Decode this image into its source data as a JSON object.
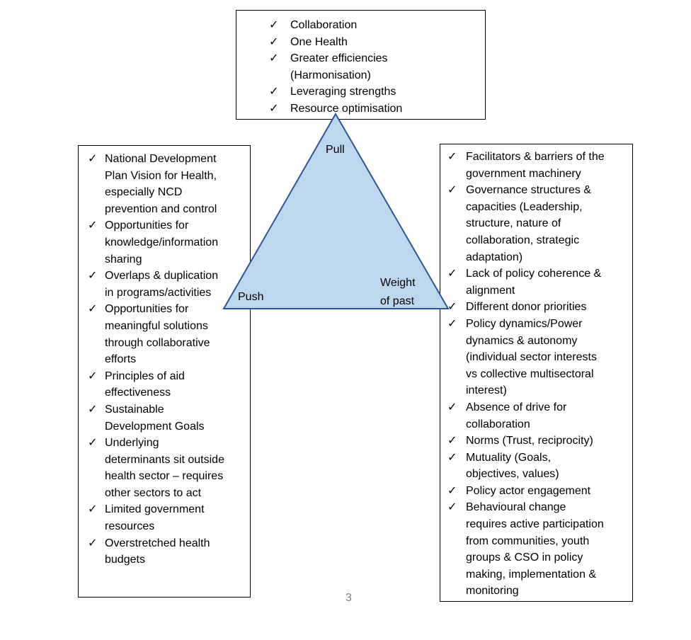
{
  "colors": {
    "triangle_fill": "#bdd7ee",
    "triangle_stroke": "#2f5597"
  },
  "check_icon": "✓",
  "top_box": {
    "items": [
      [
        "Collaboration"
      ],
      [
        "One Health"
      ],
      [
        "Greater efficiencies",
        "(Harmonisation)"
      ],
      [
        "Leveraging strengths"
      ],
      [
        "Resource optimisation"
      ]
    ]
  },
  "triangle": {
    "pull": "Pull",
    "push": "Push",
    "weight_line1": "Weight",
    "weight_line2": "of past"
  },
  "left_box": {
    "items": [
      [
        "National Development",
        "Plan Vision for Health,",
        "especially NCD",
        "prevention and control"
      ],
      [
        "Opportunities for",
        "knowledge/information",
        "sharing"
      ],
      [
        "Overlaps & duplication",
        "in programs/activities"
      ],
      [
        "Opportunities for",
        "meaningful solutions",
        "through collaborative",
        "efforts"
      ],
      [
        "Principles of aid",
        "effectiveness"
      ],
      [
        "Sustainable",
        "Development Goals"
      ],
      [
        "Underlying",
        "determinants sit outside",
        "health sector – requires",
        "other sectors to act"
      ],
      [
        "Limited government",
        "resources"
      ],
      [
        "Overstretched health",
        "budgets"
      ]
    ]
  },
  "right_box": {
    "items": [
      [
        "Facilitators & barriers of the",
        "government machinery"
      ],
      [
        "Governance structures &",
        "capacities (Leadership,",
        "structure, nature of",
        "collaboration, strategic",
        "adaptation)"
      ],
      [
        "Lack of policy coherence &",
        "alignment"
      ],
      [
        "Different donor priorities"
      ],
      [
        "Policy dynamics/Power",
        "dynamics & autonomy",
        "(individual sector interests",
        "vs collective multisectoral",
        "interest)"
      ],
      [
        "Absence of drive for",
        "collaboration"
      ],
      [
        "Norms (Trust, reciprocity)"
      ],
      [
        "Mutuality (Goals,",
        "objectives, values)"
      ],
      [
        "Policy actor engagement"
      ],
      [
        "Behavioural change",
        "requires active participation",
        "from communities, youth",
        "groups & CSO in policy",
        "making, implementation &",
        "monitoring"
      ]
    ]
  },
  "page_number": "3"
}
